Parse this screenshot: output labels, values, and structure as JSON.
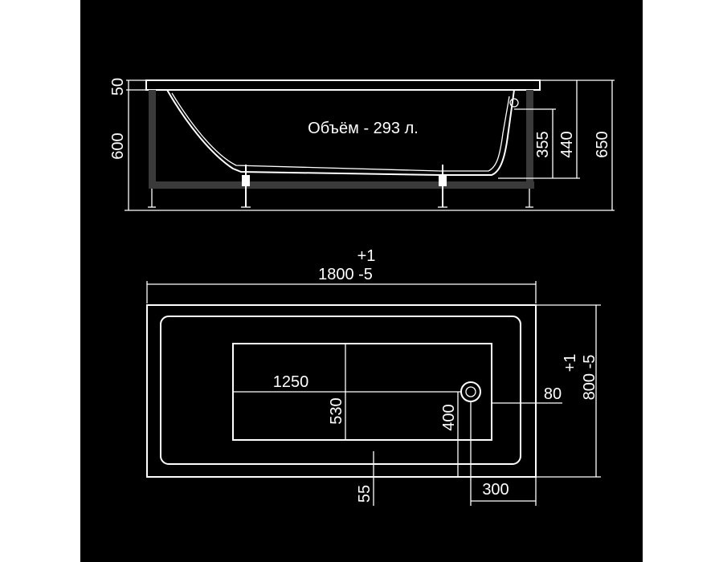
{
  "colors": {
    "background": "#000000",
    "lines": "#ffffff",
    "frame": "#3a3a3a",
    "page": "#ffffff"
  },
  "side_view": {
    "volume_label": "Объём - 293 л.",
    "dim_rim": "50",
    "dim_height_left": "600",
    "dim_355": "355",
    "dim_440": "440",
    "dim_650": "650"
  },
  "top_view": {
    "dim_length_tol_plus": "+1",
    "dim_length": "1800 -5",
    "dim_width_tol_plus": "+1",
    "dim_width": "800 -5",
    "dim_1250": "1250",
    "dim_530": "530",
    "dim_400": "400",
    "dim_80": "80",
    "dim_55": "55",
    "dim_300": "300"
  }
}
